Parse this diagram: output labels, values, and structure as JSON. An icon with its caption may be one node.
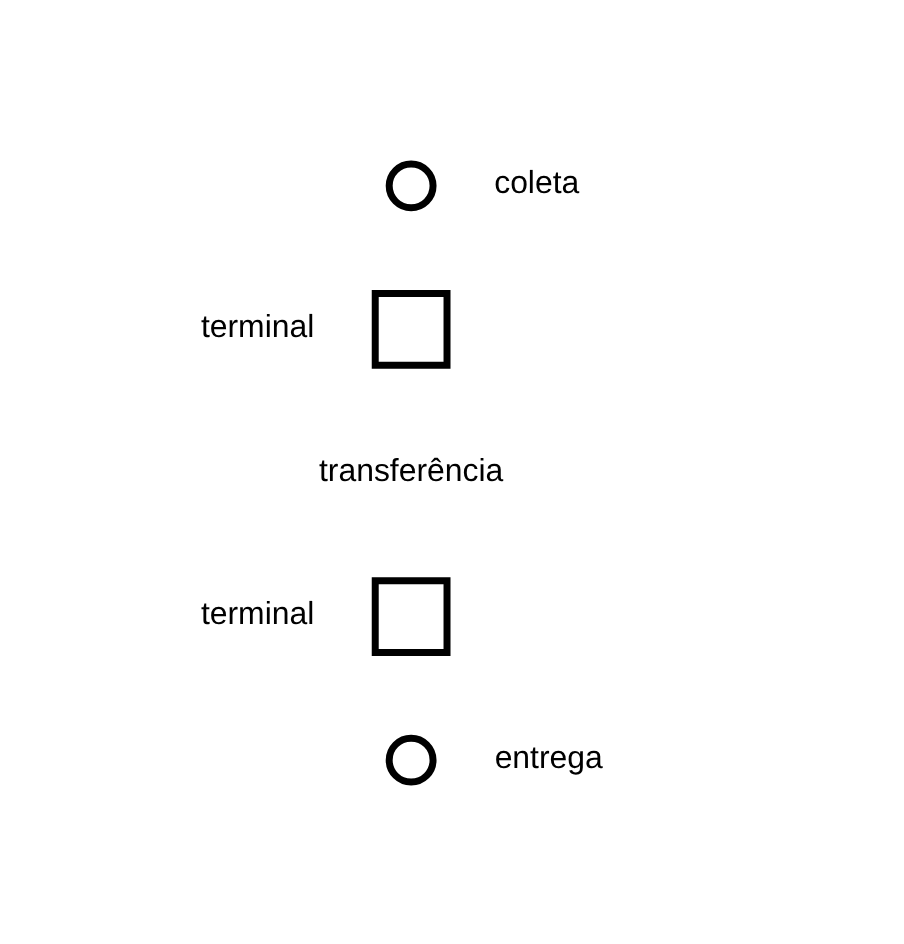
{
  "diagram": {
    "nodes": [
      {
        "text": [],
        "shape": "circle",
        "beside": [
          "coleta"
        ]
      },
      {
        "text": [],
        "shape": "box",
        "beside": [
          "terminal"
        ]
      },
      {
        "text": [],
        "shape": "box",
        "beside": [
          "terminal"
        ]
      },
      {
        "text": [],
        "shape": "circle",
        "beside": [
          "entrega"
        ]
      }
    ],
    "labels": [
      "transferência"
    ]
  }
}
